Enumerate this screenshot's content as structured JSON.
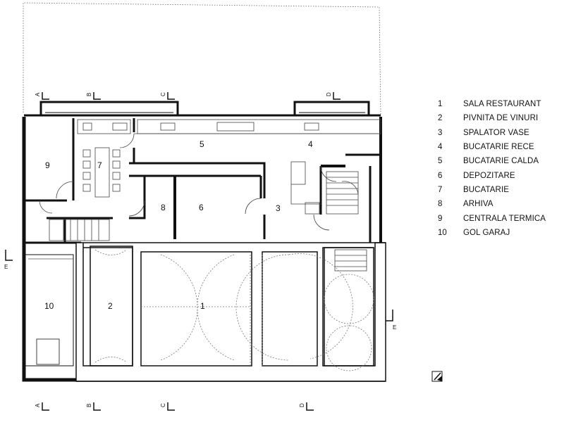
{
  "legend": [
    {
      "number": "1",
      "name": "SALA RESTAURANT"
    },
    {
      "number": "2",
      "name": "PIVNITA DE VINURI"
    },
    {
      "number": "3",
      "name": "SPALATOR VASE"
    },
    {
      "number": "4",
      "name": "BUCATARIE RECE"
    },
    {
      "number": "5",
      "name": "BUCATARIE CALDA"
    },
    {
      "number": "6",
      "name": "DEPOZITARE"
    },
    {
      "number": "7",
      "name": "BUCATARIE"
    },
    {
      "number": "8",
      "name": "ARHIVA"
    },
    {
      "number": "9",
      "name": "CENTRALA TERMICA"
    },
    {
      "number": "10",
      "name": "GOL GARAJ"
    }
  ],
  "room_labels": {
    "r1": "1",
    "r2": "2",
    "r3": "3",
    "r4": "4",
    "r5": "5",
    "r6": "6",
    "r7": "7",
    "r8": "8",
    "r9": "9",
    "r10": "10"
  },
  "section_marks": {
    "a": "A",
    "b": "B",
    "c": "C",
    "d": "D",
    "e": "E"
  }
}
